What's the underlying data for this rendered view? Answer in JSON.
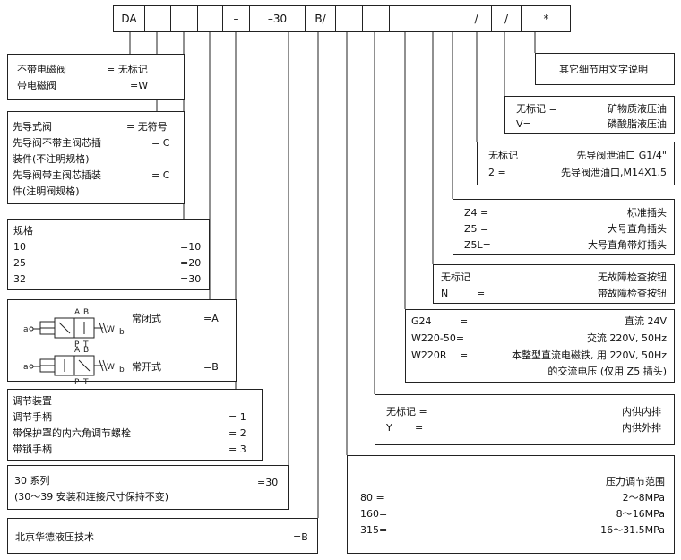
{
  "code_bar": {
    "cells": [
      "DA",
      "",
      "",
      "",
      "–",
      "–30",
      "B/",
      "",
      "",
      "",
      "",
      "/",
      "/",
      "*"
    ]
  },
  "box_magnet": {
    "row1_label": "不带电磁阀",
    "row1_code": "= 无标记",
    "row2_label": "带电磁阀",
    "row2_code": "=W"
  },
  "box_pilot": {
    "row1_label": "先导式阀",
    "row1_code": "= 无符号",
    "row2_label_a": "先导阀不带主阀芯插",
    "row2_label_b": "装件(不注明规格)",
    "row2_code": "= C",
    "row3_label_a": "先导阀带主阀芯插装",
    "row3_label_b": "件(注明阀规格)",
    "row3_code": "= C"
  },
  "box_size": {
    "title": "规格",
    "rows": [
      {
        "label": "10",
        "code": "=10"
      },
      {
        "label": "25",
        "code": "=20"
      },
      {
        "label": "32",
        "code": "=30"
      }
    ]
  },
  "box_function": {
    "row1_label": "常闭式",
    "row1_code": "=A",
    "row2_label": "常开式",
    "row2_code": "=B",
    "symbol_letters": {
      "a": "a",
      "b": "b",
      "A": "A",
      "B": "B",
      "P": "P",
      "T": "T",
      "W": "W"
    }
  },
  "box_adjust": {
    "title": "调节装置",
    "rows": [
      {
        "label": "调节手柄",
        "code": "= 1"
      },
      {
        "label": "带保护罩的内六角调节螺栓",
        "code": "= 2"
      },
      {
        "label": "带锁手柄",
        "code": "= 3"
      }
    ]
  },
  "box_series": {
    "line1": "30 系列",
    "line1_code": "=30",
    "line2": "(30～39 安装和连接尺寸保持不变)"
  },
  "box_maker": {
    "label": "北京华德液压技术",
    "code": "=B"
  },
  "box_other": {
    "label": "其它细节用文字说明"
  },
  "box_fluid": {
    "row1_code": "无标记 =",
    "row1_label": "矿物质液压油",
    "row2_code": "V=",
    "row2_label": "磷酸脂液压油"
  },
  "box_drain": {
    "row1_code": "无标记",
    "row1_label": "先导阀泄油口 G1/4\"",
    "row2_code": "2  =",
    "row2_label": "先导阀泄油口,M14X1.5"
  },
  "box_plug": {
    "rows": [
      {
        "code": "Z4  =",
        "label": "标准插头"
      },
      {
        "code": "Z5  =",
        "label": "大号直角插头"
      },
      {
        "code": "Z5L=",
        "label": "大号直角带灯插头"
      }
    ]
  },
  "box_button": {
    "row1_code": "无标记",
    "row1_label": "无故障检查按钮",
    "row2_code": "N",
    "row2_eq": "=",
    "row2_label": "带故障检查按钮"
  },
  "box_voltage": {
    "row1_code": "G24",
    "row1_eq": "=",
    "row1_label": "直流 24V",
    "row2_code": "W220-50=",
    "row2_label": "交流 220V, 50Hz",
    "row3_code": "W220R",
    "row3_eq": "=",
    "row3_label": "本整型直流电磁铁, 用 220V, 50Hz",
    "row4_label": "的交流电压 (仅用 Z5 插头)"
  },
  "box_supply": {
    "row1_code": "无标记 =",
    "row1_label": "内供内排",
    "row2_code": "Y",
    "row2_eq": "=",
    "row2_label": "内供外排"
  },
  "box_pressure": {
    "title": "压力调节范围",
    "rows": [
      {
        "code": "80  =",
        "label": "2～8MPa"
      },
      {
        "code": "160=",
        "label": "8～16MPa"
      },
      {
        "code": "315=",
        "label": "16～31.5MPa"
      }
    ]
  }
}
